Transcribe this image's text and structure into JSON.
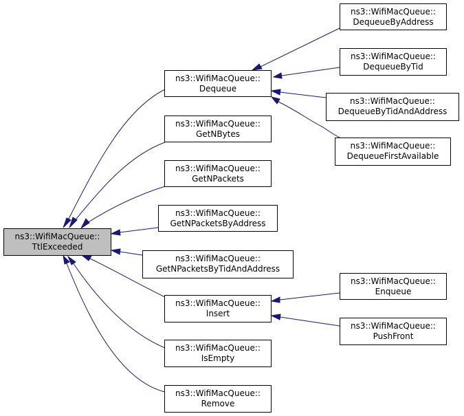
{
  "colors": {
    "edge": "#191970",
    "root_fill": "#bfbfbf",
    "node_fill": "#ffffff",
    "border": "#000000"
  },
  "nodes": {
    "ttl_exceeded": {
      "line1": "ns3::WifiMacQueue::",
      "line2": "TtlExceeded"
    },
    "dequeue": {
      "line1": "ns3::WifiMacQueue::",
      "line2": "Dequeue"
    },
    "get_n_bytes": {
      "line1": "ns3::WifiMacQueue::",
      "line2": "GetNBytes"
    },
    "get_n_packets": {
      "line1": "ns3::WifiMacQueue::",
      "line2": "GetNPackets"
    },
    "get_n_packets_by_address": {
      "line1": "ns3::WifiMacQueue::",
      "line2": "GetNPacketsByAddress"
    },
    "get_n_packets_by_tid_and_address": {
      "line1": "ns3::WifiMacQueue::",
      "line2": "GetNPacketsByTidAndAddress"
    },
    "insert": {
      "line1": "ns3::WifiMacQueue::",
      "line2": "Insert"
    },
    "is_empty": {
      "line1": "ns3::WifiMacQueue::",
      "line2": "IsEmpty"
    },
    "remove": {
      "line1": "ns3::WifiMacQueue::",
      "line2": "Remove"
    },
    "dequeue_by_address": {
      "line1": "ns3::WifiMacQueue::",
      "line2": "DequeueByAddress"
    },
    "dequeue_by_tid": {
      "line1": "ns3::WifiMacQueue::",
      "line2": "DequeueByTid"
    },
    "dequeue_by_tid_and_address": {
      "line1": "ns3::WifiMacQueue::",
      "line2": "DequeueByTidAndAddress"
    },
    "dequeue_first_available": {
      "line1": "ns3::WifiMacQueue::",
      "line2": "DequeueFirstAvailable"
    },
    "enqueue": {
      "line1": "ns3::WifiMacQueue::",
      "line2": "Enqueue"
    },
    "push_front": {
      "line1": "ns3::WifiMacQueue::",
      "line2": "PushFront"
    }
  }
}
